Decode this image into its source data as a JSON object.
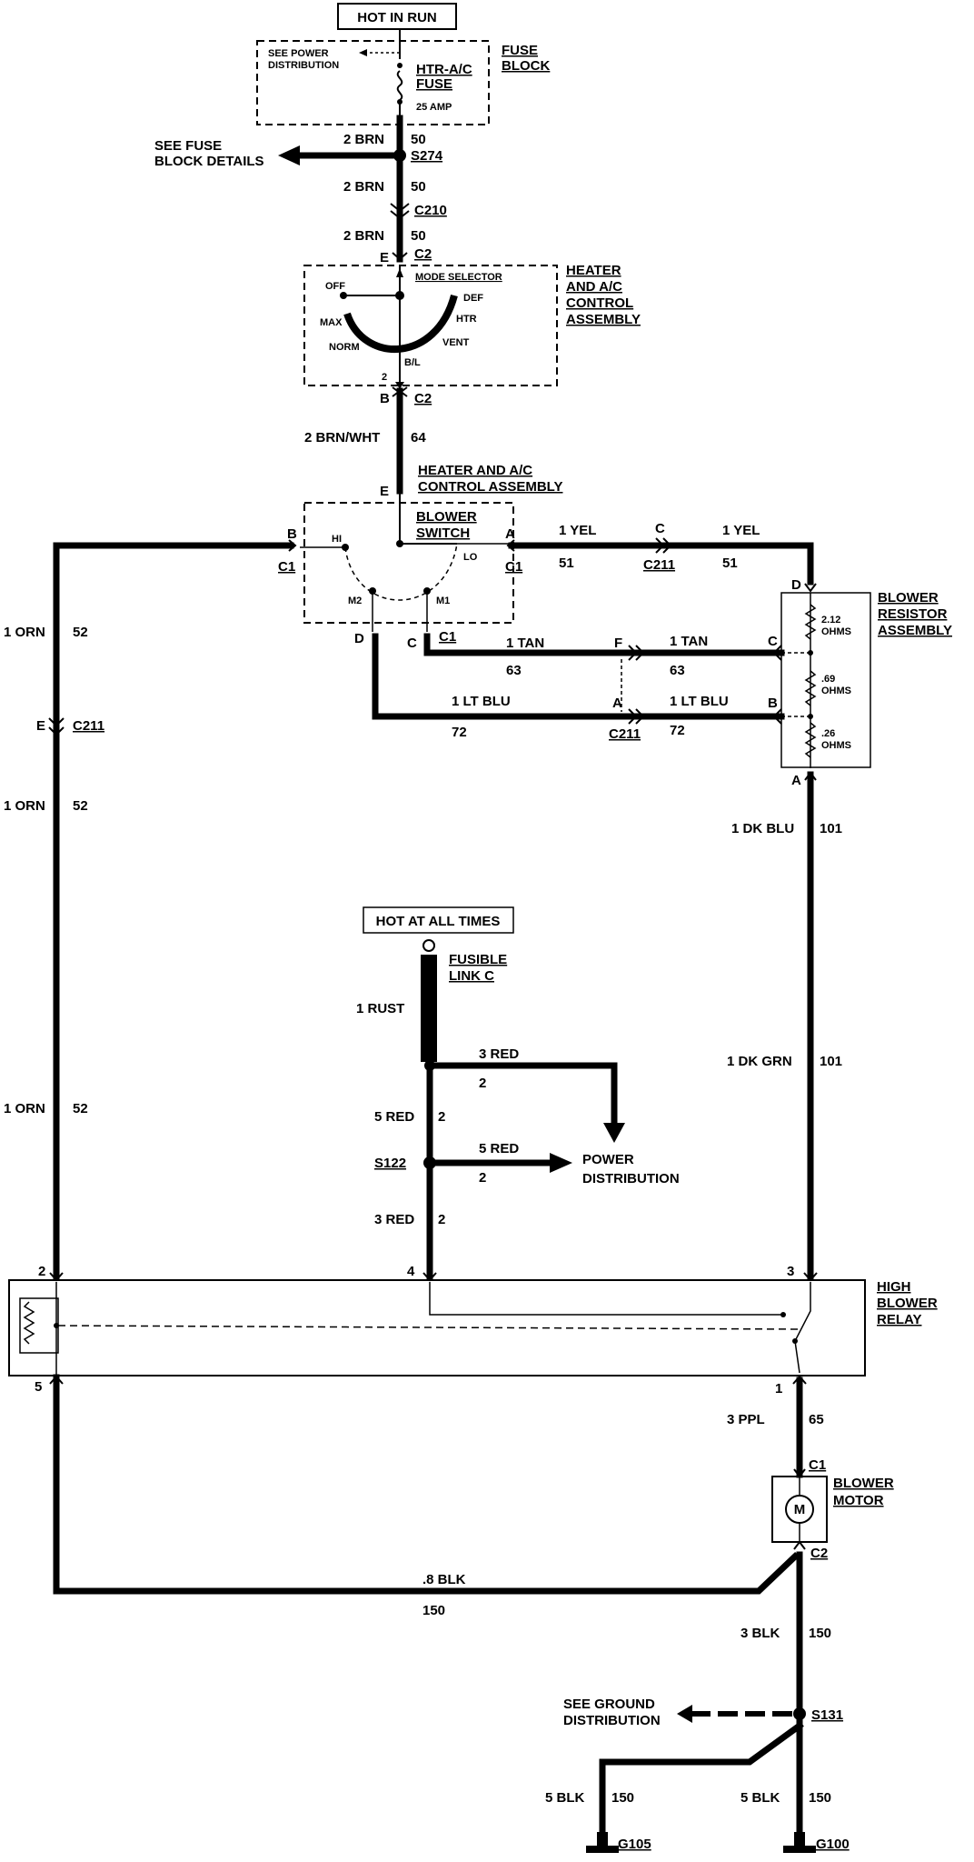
{
  "labels": {
    "hot_in_run": "HOT IN RUN",
    "see_power_distribution_line1": "SEE POWER",
    "see_power_distribution_line2": "DISTRIBUTION",
    "htr_ac_fuse_line1": "HTR-A/C",
    "htr_ac_fuse_line2": "FUSE",
    "fuse_amp": "25 AMP",
    "fuse_block_line1": "FUSE",
    "fuse_block_line2": "BLOCK",
    "see_fuse_block_details_line1": "SEE FUSE",
    "see_fuse_block_details_line2": "BLOCK DETAILS",
    "wire_2brn_a": "2 BRN",
    "ckt_50_a": "50",
    "s274": "S274",
    "wire_2brn_b": "2 BRN",
    "ckt_50_b": "50",
    "c210": "C210",
    "wire_2brn_c": "2 BRN",
    "ckt_50_c": "50",
    "pin_e_top": "E",
    "c2_top": "C2",
    "heater_ac_line1": "HEATER",
    "heater_ac_line2": "AND A/C",
    "heater_ac_line3": "CONTROL",
    "heater_ac_line4": "ASSEMBLY",
    "mode_selector": "MODE SELECTOR",
    "off": "OFF",
    "def": "DEF",
    "max": "MAX",
    "htr": "HTR",
    "norm": "NORM",
    "vent": "VENT",
    "bl": "B/L",
    "pin_2_mode": "2",
    "pin_b_c2": "B",
    "c2_mid": "C2",
    "wire_2brnwht": "2 BRN/WHT",
    "ckt_64": "64",
    "heater_ac_b_line1": "HEATER AND A/C",
    "heater_ac_b_line2": "CONTROL ASSEMBLY",
    "pin_e_mid": "E",
    "blower_switch_line1": "BLOWER",
    "blower_switch_line2": "SWITCH",
    "hi": "HI",
    "lo": "LO",
    "m2": "M2",
    "m1": "M1",
    "pin_b_c1": "B",
    "c1_left": "C1",
    "pin_a_c1": "A",
    "c1_right": "C1",
    "pin_d_sw": "D",
    "pin_c_sw": "C",
    "c1_bottom": "C1",
    "wire_1yel_a": "1 YEL",
    "ckt_51_a": "51",
    "pin_c_c211": "C",
    "c211_yel": "C211",
    "wire_1yel_b": "1 YEL",
    "ckt_51_b": "51",
    "wire_1tan_a": "1 TAN",
    "ckt_63_a": "63",
    "pin_f_c211": "F",
    "wire_1tan_b": "1 TAN",
    "ckt_63_b": "63",
    "wire_1ltblu_a": "1 LT BLU",
    "ckt_72_a": "72",
    "pin_a_c211": "A",
    "c211_ltblu": "C211",
    "wire_1ltblu_b": "1 LT BLU",
    "ckt_72_b": "72",
    "blower_resistor_line1": "BLOWER",
    "blower_resistor_line2": "RESISTOR",
    "blower_resistor_line3": "ASSEMBLY",
    "pin_d_res": "D",
    "pin_c_res": "C",
    "pin_b_res": "B",
    "pin_a_res": "A",
    "ohms_212": "2.12",
    "ohms_212_unit": "OHMS",
    "ohms_69": ".69",
    "ohms_69_unit": "OHMS",
    "ohms_26": ".26",
    "ohms_26_unit": "OHMS",
    "wire_1orn_a": "1 ORN",
    "ckt_52_a": "52",
    "pin_e_c211": "E",
    "c211_orn": "C211",
    "wire_1orn_b": "1 ORN",
    "ckt_52_b": "52",
    "wire_1orn_c": "1 ORN",
    "ckt_52_c": "52",
    "wire_1dkblu": "1 DK BLU",
    "ckt_101_a": "101",
    "wire_1dkgrn": "1 DK GRN",
    "ckt_101_b": "101",
    "hot_at_all_times": "HOT AT ALL TIMES",
    "fusible_link_line1": "FUSIBLE",
    "fusible_link_line2": "LINK C",
    "wire_1rust": "1 RUST",
    "wire_3red_a": "3 RED",
    "ckt_2_a": "2",
    "wire_5red_a": "5 RED",
    "ckt_2_b": "2",
    "s122": "S122",
    "wire_5red_b": "5 RED",
    "ckt_2_c": "2",
    "power_distribution_line1": "POWER",
    "power_distribution_line2": "DISTRIBUTION",
    "wire_3red_b": "3 RED",
    "ckt_2_d": "2",
    "relay_pin_2": "2",
    "relay_pin_4": "4",
    "relay_pin_3": "3",
    "relay_pin_5": "5",
    "relay_pin_1": "1",
    "high_blower_relay_line1": "HIGH",
    "high_blower_relay_line2": "BLOWER",
    "high_blower_relay_line3": "RELAY",
    "wire_3ppl": "3 PPL",
    "ckt_65": "65",
    "c1_motor": "C1",
    "blower_motor_line1": "BLOWER",
    "blower_motor_line2": "MOTOR",
    "motor_symbol": "M",
    "c2_motor": "C2",
    "wire_8blk": ".8 BLK",
    "ckt_150_a": "150",
    "wire_3blk": "3 BLK",
    "ckt_150_b": "150",
    "see_ground_line1": "SEE GROUND",
    "see_ground_line2": "DISTRIBUTION",
    "s131": "S131",
    "wire_5blk_a": "5 BLK",
    "ckt_150_c": "150",
    "wire_5blk_b": "5 BLK",
    "ckt_150_d": "150",
    "g105": "G105",
    "g100": "G100"
  }
}
